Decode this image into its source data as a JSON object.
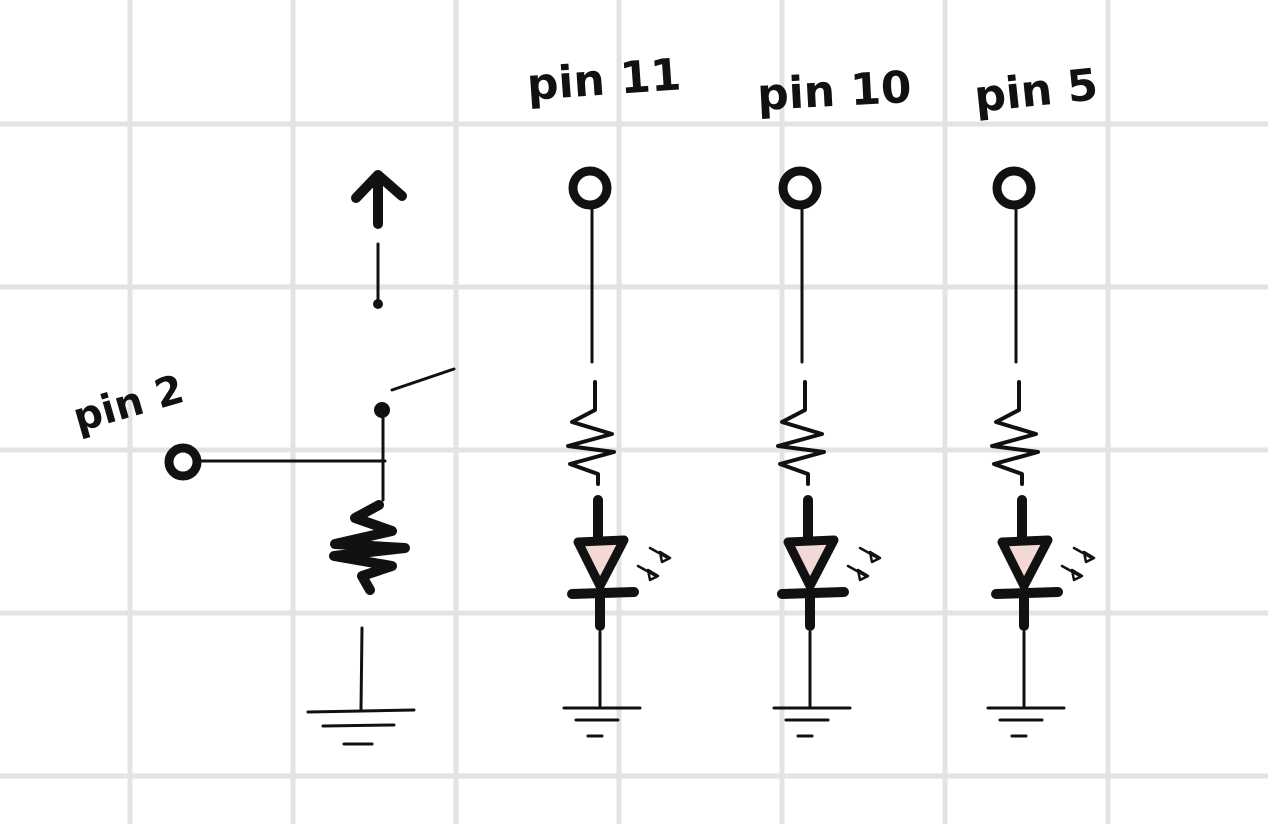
{
  "labels": {
    "button_pin": "pin 2",
    "led_pins": [
      "pin 11",
      "pin 10",
      "pin 5"
    ]
  },
  "colors": {
    "ink": "#111111",
    "grid": "#e3e3e3",
    "led_fill": "#f3d9d6",
    "paper": "#ffffff"
  }
}
